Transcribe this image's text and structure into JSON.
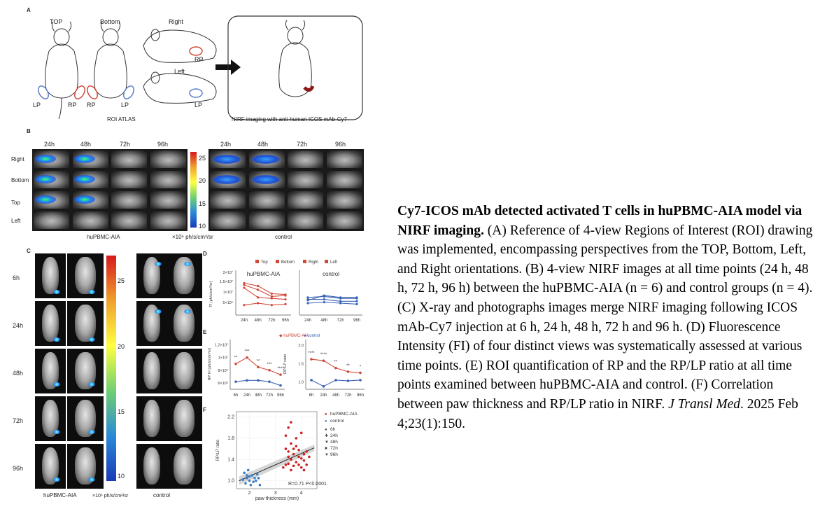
{
  "figure": {
    "panel_letters": [
      "A",
      "B",
      "C",
      "D",
      "E",
      "F"
    ],
    "panelA": {
      "views": [
        "TOP",
        "Bottom",
        "Right",
        "Left"
      ],
      "paw_labels": [
        "LP",
        "RP",
        "RP",
        "LP",
        "RP",
        "LP"
      ],
      "atlas_label": "ROI ATLAS",
      "nirf_label": "NIRF imaging with anti-human ICOS mAb-Cy7",
      "colors": {
        "lp": "#5b7fc7",
        "rp": "#d04a3a",
        "hot": "#8b1a1a"
      }
    },
    "panelB": {
      "timepoints": [
        "24h",
        "48h",
        "72h",
        "96h",
        "24h",
        "48h",
        "72h",
        "96h"
      ],
      "rows": [
        "Right",
        "Bottom",
        "Top",
        "Left"
      ],
      "scale_ticks": [
        "25",
        "20",
        "15",
        "10"
      ],
      "unit": "×10⁶ ph/s/cm²/sr",
      "group_left": "huPBMC-AIA",
      "group_right": "control"
    },
    "panelC": {
      "rows": [
        "6h",
        "24h",
        "48h",
        "72h",
        "96h"
      ],
      "scale_ticks": [
        "25",
        "20",
        "15",
        "10"
      ],
      "unit": "×10⁶ ph/s/cm²/sr",
      "group_left": "huPBMC-AIA",
      "group_right": "control"
    }
  },
  "chart_data": [
    {
      "type": "line",
      "id": "D",
      "title_left": "huPBMC-AIA",
      "title_right": "control",
      "ylabel": "FI (ph/s/cm²/sr)",
      "legend": [
        "Top",
        "Bottom",
        "Right",
        "Left"
      ],
      "yticks": [
        "2×10⁷",
        "1.5×10⁷",
        "1×10⁷",
        "5×10⁶"
      ],
      "x": [
        "24h",
        "48h",
        "72h",
        "96h"
      ],
      "ylim": [
        0,
        22000000.0
      ],
      "aia_series": [
        {
          "name": "Top",
          "values": [
            15000000.0,
            12500000.0,
            9000000.0,
            9500000.0
          ]
        },
        {
          "name": "Bottom",
          "values": [
            16000000.0,
            14500000.0,
            10500000.0,
            10000000.0
          ]
        },
        {
          "name": "Right",
          "values": [
            13500000.0,
            8500000.0,
            8000000.0,
            7500000.0
          ]
        },
        {
          "name": "Left",
          "values": [
            4500000.0,
            5500000.0,
            4500000.0,
            5000000.0
          ]
        }
      ],
      "control_series": [
        {
          "name": "Top",
          "values": [
            8500000.0,
            9000000.0,
            8000000.0,
            8000000.0
          ]
        },
        {
          "name": "Bottom",
          "values": [
            7000000.0,
            9500000.0,
            8500000.0,
            8500000.0
          ]
        },
        {
          "name": "Right",
          "values": [
            7500000.0,
            7500000.0,
            6500000.0,
            6500000.0
          ]
        },
        {
          "name": "Left",
          "values": [
            5500000.0,
            6000000.0,
            5500000.0,
            5000000.0
          ]
        }
      ],
      "colors": {
        "aia": "#d04a3a",
        "control": "#3b63b5"
      }
    },
    {
      "type": "line",
      "id": "E",
      "legend": [
        "huPBMC-AIA",
        "control"
      ],
      "x": [
        "6h",
        "24h",
        "48h",
        "72h",
        "96h"
      ],
      "left": {
        "ylabel": "RP FI (ph/s/cm²/sr)",
        "yticks": [
          "1.2×10⁷",
          "1×10⁷",
          "8×10⁶",
          "6×10⁶"
        ],
        "ylim": [
          5000000.0,
          12500000.0
        ],
        "series": [
          {
            "name": "huPBMC-AIA",
            "values": [
              9000000.0,
              10000000.0,
              8500000.0,
              8000000.0,
              7300000.0
            ]
          },
          {
            "name": "control",
            "values": [
              6200000.0,
              6400000.0,
              6400000.0,
              6200000.0,
              5600000.0
            ]
          }
        ],
        "annotations": [
          "**",
          "***",
          "**",
          "***",
          "****"
        ]
      },
      "right": {
        "ylabel": "RP/LP ratio",
        "yticks": [
          "2.0",
          "1.5",
          "1.0"
        ],
        "ylim": [
          0.8,
          2.1
        ],
        "series": [
          {
            "name": "huPBMC-AIA",
            "values": [
              1.62,
              1.58,
              1.38,
              1.28,
              1.25
            ]
          },
          {
            "name": "control",
            "values": [
              1.05,
              0.88,
              1.05,
              1.03,
              1.05
            ]
          }
        ],
        "annotations": [
          "****",
          "****",
          "**",
          "**",
          "*"
        ]
      },
      "colors": {
        "aia": "#d04a3a",
        "control": "#3b63b5"
      }
    },
    {
      "type": "scatter",
      "id": "F",
      "xlabel": "paw thickness (mm)",
      "ylabel": "RP/LP ratio",
      "xticks": [
        "2",
        "3",
        "4"
      ],
      "yticks": [
        "1.0",
        "1.4",
        "1.8",
        "2.2"
      ],
      "xlim": [
        1.5,
        4.6
      ],
      "ylim": [
        0.85,
        2.3
      ],
      "legend": [
        "huPBMC-AIA",
        "control",
        "6h",
        "24h",
        "48h",
        "72h",
        "96h"
      ],
      "stat": "R=0.71  P<0.0001",
      "regression": {
        "x": [
          1.6,
          4.5
        ],
        "y": [
          1.0,
          1.62
        ]
      },
      "series": [
        {
          "name": "huPBMC-AIA",
          "color": "#d02020",
          "points": [
            [
              3.5,
              2.0
            ],
            [
              3.6,
              2.1
            ],
            [
              3.4,
              1.85
            ],
            [
              3.8,
              1.8
            ],
            [
              4.0,
              1.9
            ],
            [
              3.5,
              1.55
            ],
            [
              3.7,
              1.5
            ],
            [
              3.9,
              1.45
            ],
            [
              4.1,
              1.5
            ],
            [
              3.6,
              1.4
            ],
            [
              3.8,
              1.35
            ],
            [
              4.2,
              1.55
            ],
            [
              3.4,
              1.3
            ],
            [
              3.9,
              1.3
            ],
            [
              4.0,
              1.25
            ],
            [
              3.6,
              1.2
            ],
            [
              4.3,
              1.45
            ],
            [
              3.7,
              1.6
            ],
            [
              3.5,
              1.45
            ],
            [
              4.1,
              1.38
            ],
            [
              3.3,
              1.25
            ],
            [
              3.8,
              1.65
            ],
            [
              4.2,
              1.3
            ],
            [
              3.6,
              1.7
            ],
            [
              3.9,
              1.58
            ],
            [
              4.0,
              1.42
            ],
            [
              3.4,
              1.6
            ],
            [
              3.7,
              1.28
            ],
            [
              3.5,
              1.32
            ],
            [
              4.1,
              1.2
            ]
          ]
        },
        {
          "name": "control",
          "color": "#3b7fc4",
          "points": [
            [
              1.8,
              1.15
            ],
            [
              1.9,
              1.05
            ],
            [
              2.0,
              1.0
            ],
            [
              2.1,
              1.1
            ],
            [
              1.85,
              0.95
            ],
            [
              2.2,
              1.05
            ],
            [
              1.95,
              1.2
            ],
            [
              2.05,
              0.92
            ],
            [
              2.3,
              1.12
            ],
            [
              1.75,
              1.02
            ],
            [
              2.15,
              0.98
            ],
            [
              2.4,
              0.92
            ],
            [
              1.9,
              1.1
            ],
            [
              2.0,
              1.08
            ],
            [
              2.25,
              1.0
            ],
            [
              2.35,
              1.05
            ]
          ]
        }
      ]
    }
  ],
  "caption": {
    "bold": "Cy7-ICOS mAb detected activated T cells in huPBMC-AIA model via NIRF imaging.",
    "text": " (A) Reference of 4-view Regions of Interest (ROI) drawing was implemented, encompassing perspectives from the TOP, Bottom, Left, and Right orientations. (B) 4-view NIRF images at all time points (24 h, 48 h, 72 h, 96 h) between the huPBMC-AIA (n = 6) and control groups (n = 4). (C) X-ray and photographs images merge NIRF imaging following ICOS mAb-Cy7 injection at 6 h, 24 h, 48 h, 72 h and 96 h. (D) Fluorescence Intensity (FI) of four distinct views was systematically assessed at various time points. (E) ROI quantification of RP and the RP/LP ratio at all time points examined between huPBMC-AIA and control. (F) Correlation between paw thickness and RP/LP ratio in NIRF. ",
    "journal": "J Transl Med",
    "citation": ". 2025 Feb 4;23(1):150."
  }
}
